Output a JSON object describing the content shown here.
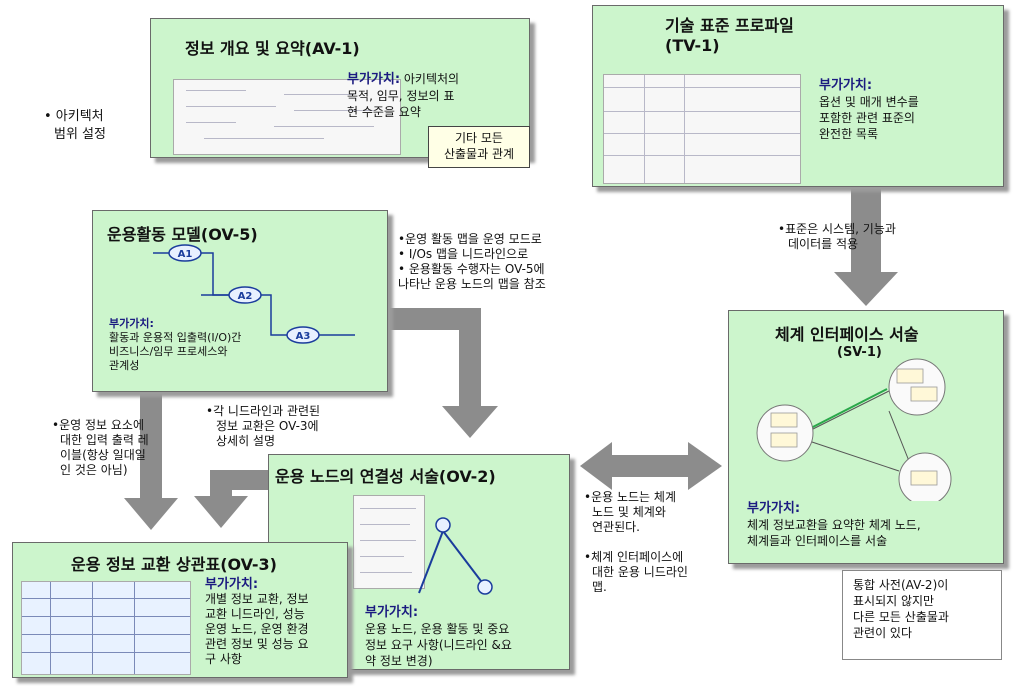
{
  "left_note": [
    "• 아키텍처",
    "범위 설정"
  ],
  "av1": {
    "title": "정보 개요 및 요약(AV-1)",
    "value_label": "부가가치:",
    "value_text": [
      " 아키텍처의",
      "목적, 임무, 정보의 표",
      "현 수준을 요약"
    ],
    "tag": [
      "기타 모든",
      "산출물과 관계"
    ]
  },
  "tv1": {
    "title": "기술 표준 프로파일",
    "code": "(TV-1)",
    "value_label": "부가가치:",
    "value_text": [
      "옵션 및 매개 변수를",
      "포함한 관련 표준의",
      "완전한 목록"
    ]
  },
  "tv_note": [
    "•표준은 시스템, 기능과",
    "데이터를 적용"
  ],
  "ov5": {
    "title": "운용활동 모델(OV-5)",
    "nodes": [
      "A1",
      "A2",
      "A3"
    ],
    "value_label": "부가가치:",
    "value_text": [
      "활동과 운용적 입출력(I/O)간",
      "비즈니스/임무 프로세스와",
      "관계성"
    ]
  },
  "ov5_note": [
    "•운영 활동 맵을 운영 모드로",
    "• I/Os 맵을 니드라인으로",
    "• 운용활동 수행자는 OV-5에",
    "  나타난 운용 노드의 맵을 참조"
  ],
  "sv1": {
    "title": "체계 인터페이스 서술",
    "code": "(SV-1)",
    "value_label": "부가가치:",
    "value_text": [
      "체계 정보교환을 요약한 체계 노드,",
      "체계들과 인터페이스를 서술"
    ]
  },
  "ov3_input_note": [
    "•운영 정보 요소에",
    "대한 입력 출력 레",
    "이블(항상 일대일",
    "인 것은 아님)"
  ],
  "needline_note": [
    "•각 니드라인과 관련된",
    "정보 교환은 OV-3에",
    "상세히 설명"
  ],
  "ov2": {
    "title": "운용 노드의 연결성 서술(OV-2)",
    "value_label": "부가가치:",
    "value_text": [
      "운용 노드, 운용 활동 및 중요",
      "정보 요구 사항(니드라인 &요",
      "약 정보 변경)"
    ]
  },
  "ov2_note": [
    "•운용 노드는 체계",
    "노드 및 체계와",
    "연관된다."
  ],
  "sv_note": [
    "•체계 인터페이스에",
    "대한 운용 니드라인",
    "맵."
  ],
  "ov3": {
    "title": "운용 정보 교환 상관표(OV-3)",
    "value_label": "부가가치:",
    "value_text": [
      "개별 정보 교환, 정보",
      "교환 니드라인, 성능",
      "운영 노드, 운영 환경",
      "관련 정보 및 성능 요",
      "구 사항"
    ]
  },
  "av2_note": [
    "통합 사전(AV-2)이",
    "표시되지 않지만",
    "다른 모든 산출물과",
    "관련이 있다"
  ],
  "colors": {
    "box_fill": "#ccf5cc",
    "arrow": "#8c8c8c",
    "value_label": "#1a1a80"
  }
}
